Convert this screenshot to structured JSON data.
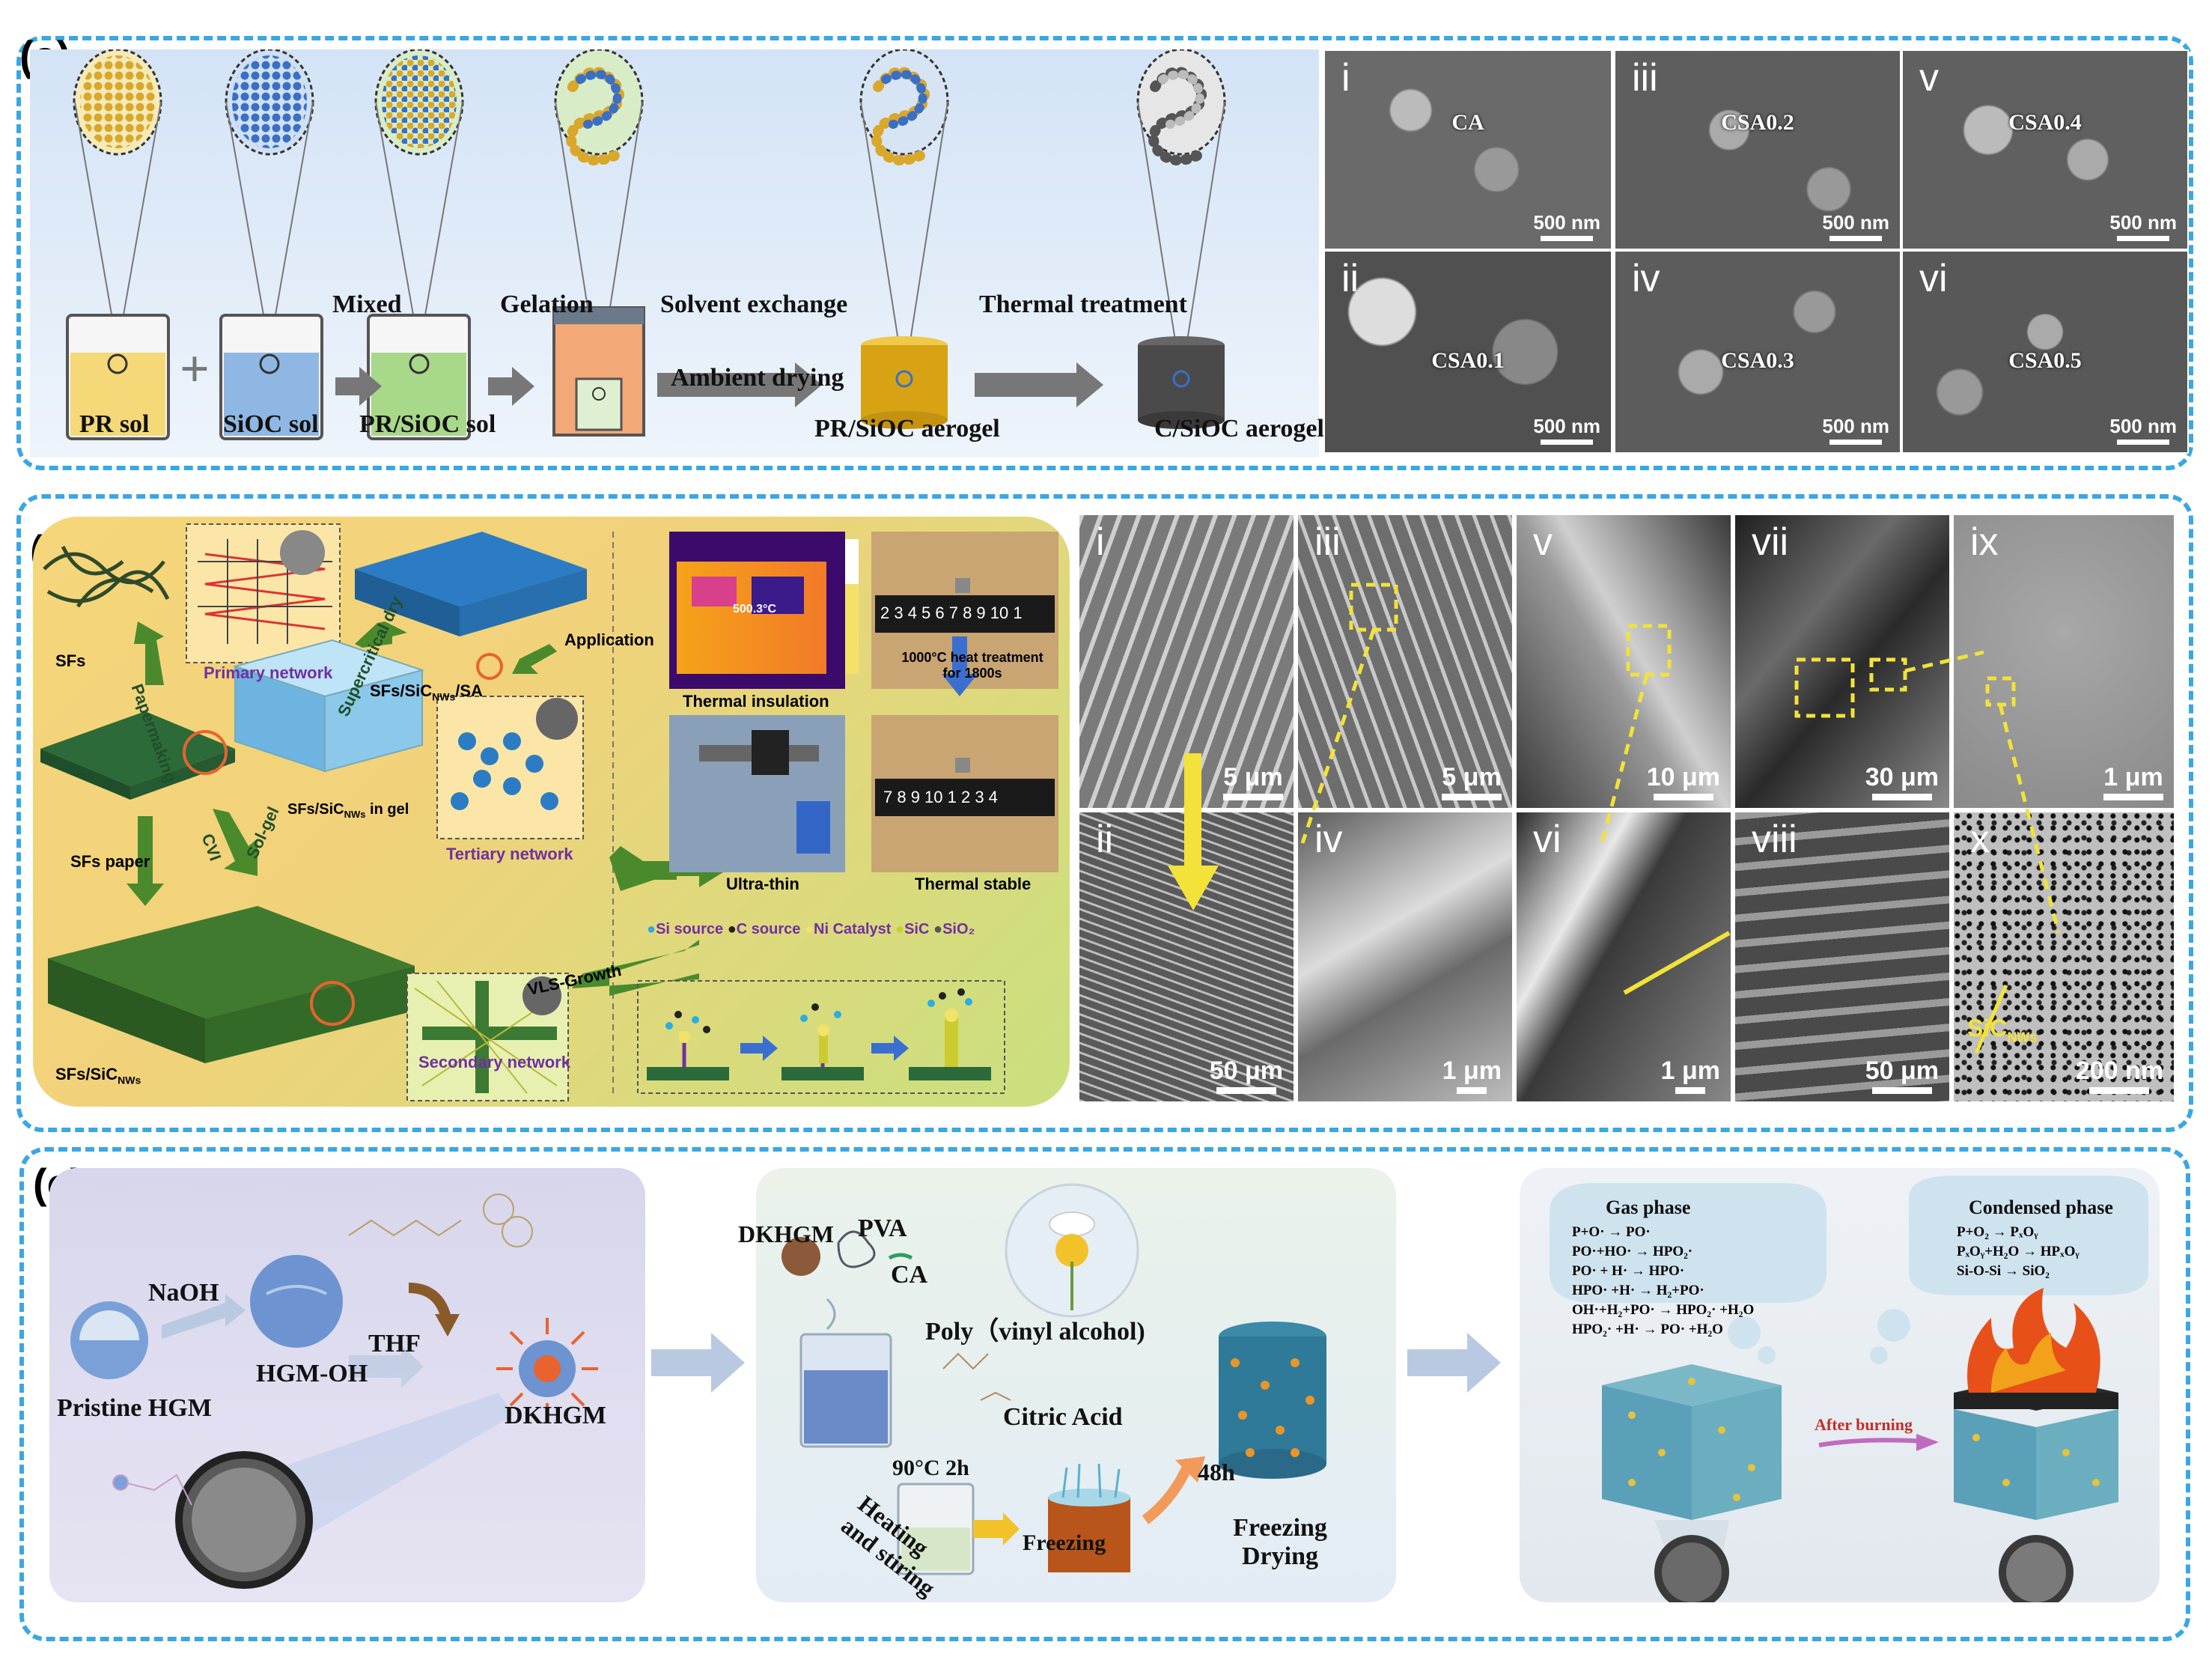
{
  "panel_a": {
    "label": "(a)",
    "stages": [
      "PR sol",
      "SiOC sol",
      "PR/SiOC sol",
      "PR/SiOC aerogel",
      "C/SiOC aerogel"
    ],
    "plus": "+",
    "steps": {
      "mixed": "Mixed",
      "gelation": "Gelation",
      "solvent_exchange": "Solvent exchange",
      "ambient_drying": "Ambient drying",
      "thermal_treatment": "Thermal treatment"
    },
    "sem": [
      {
        "tag": "i",
        "name": "CA",
        "scale": "500 nm"
      },
      {
        "tag": "ii",
        "name": "CSA0.1",
        "scale": "500 nm"
      },
      {
        "tag": "iii",
        "name": "CSA0.2",
        "scale": "500 nm"
      },
      {
        "tag": "iv",
        "name": "CSA0.3",
        "scale": "500 nm"
      },
      {
        "tag": "v",
        "name": "CSA0.4",
        "scale": "500 nm"
      },
      {
        "tag": "vi",
        "name": "CSA0.5",
        "scale": "500 nm"
      }
    ],
    "colors": {
      "pr": "#f5d878",
      "sioc": "#8fb7e3",
      "mix": "#a8d88a",
      "gel": "#f2a877",
      "prsioc_aerogel": "#d7a315",
      "c_aerogel": "#4a4a4a"
    }
  },
  "panel_b": {
    "label": "(b)",
    "sfs": "SFs",
    "papermaking": "Papermaking",
    "primary": "Primary network",
    "supercritical": "Supercritical dry",
    "sa": "SFs/SiC",
    "sa_sub": "NWs",
    "sa_end": "/SA",
    "application": "Application",
    "sfs_paper": "SFs paper",
    "in_gel": "SFs/SiC",
    "in_gel_sub": "NWs",
    "in_gel_end": " in gel",
    "tertiary": "Tertiary network",
    "cvi": "CVI",
    "solgel": "Sol-gel",
    "sfs_sic": "SFs/SiC",
    "sfs_sic_sub": "NWs",
    "secondary": "Secondary network",
    "vls": "VLS-Growth",
    "legend": [
      "Si source",
      "C source",
      "Ni Catalyst",
      "SiC",
      "SiO₂"
    ],
    "thermal_insulation": "Thermal insulation",
    "heat_note": "1000°C heat treatment for 1800s",
    "ultra_thin": "Ultra-thin",
    "thermal_stable": "Thermal stable",
    "ruler_top": "2 3 4 5 6 7 8 9 10 1",
    "ruler_bottom": "7 8 9 10 1 2 3 4",
    "thermo_reading": "500.3°C",
    "sem": [
      {
        "tag": "i",
        "scale": "5 μm"
      },
      {
        "tag": "ii",
        "scale": "50 μm"
      },
      {
        "tag": "iii",
        "scale": "5 μm"
      },
      {
        "tag": "iv",
        "scale": "1 μm"
      },
      {
        "tag": "v",
        "scale": "10 μm"
      },
      {
        "tag": "vi",
        "scale": "1 μm"
      },
      {
        "tag": "vii",
        "scale": "30 μm"
      },
      {
        "tag": "viii",
        "scale": "50 μm"
      },
      {
        "tag": "ix",
        "scale": "1 μm"
      },
      {
        "tag": "x",
        "scale": "200 nm"
      }
    ],
    "sic_label": "SiC",
    "sic_sub": "NWs"
  },
  "panel_c": {
    "label": "(c)",
    "naoh": "NaOH",
    "pristine": "Pristine HGM",
    "hgmoh": "HGM-OH",
    "thf": "THF",
    "dkhgm": "DKHGM",
    "dkhgm2": "DKHGM",
    "pva": "PVA",
    "ca": "CA",
    "pva_full": "Poly（vinyl alcohol)",
    "citric": "Citric Acid",
    "temp": "90°C 2h",
    "heating": "Heating and stiring",
    "freezing": "Freezing",
    "h48": "48h",
    "freezing_drying": "Freezing Drying",
    "gas": "Gas phase",
    "condensed": "Condensed phase",
    "after": "After burning",
    "gas_rx": [
      "P+O· → PO·",
      "PO·+HO· → HPO₂·",
      "PO· + H· → HPO·",
      "HPO· +H· → H₂+PO·",
      "OH·+H₂+PO· → HPO₂· +H₂O",
      "HPO₂· +H· → PO· +H₂O"
    ],
    "cond_rx": [
      "P+O₂ → PₓOᵧ",
      "PₓOᵧ+H₂O → HPₓOᵧ",
      "Si-O-Si → SiO₂"
    ]
  }
}
